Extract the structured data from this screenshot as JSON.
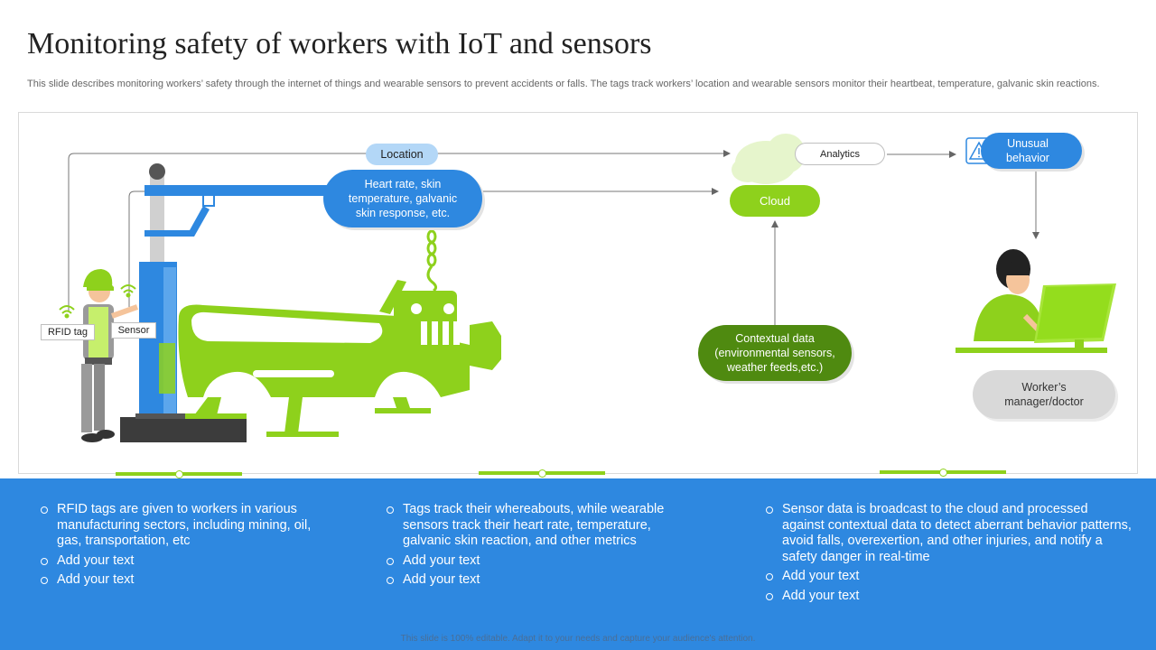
{
  "title": "Monitoring safety of workers with IoT and sensors",
  "subtitle": "This slide describes monitoring workers’ safety through the internet of things and wearable sensors to prevent accidents or falls. The tags track workers’ location and wearable sensors monitor their heartbeat, temperature, galvanic skin reactions.",
  "diagram": {
    "location": "Location",
    "heart_rate": "Heart rate, skin temperature, galvanic skin response, etc.",
    "analytics": "Analytics",
    "cloud": "Cloud",
    "unusual": "Unusual behavior",
    "contextual": "Contextual data (environmental sensors, weather feeds,etc.)",
    "manager": "Worker’s manager/doctor",
    "rfid": "RFID tag",
    "sensor": "Sensor"
  },
  "columns": [
    {
      "items": [
        "RFID tags are given to workers in various manufacturing sectors, including mining, oil, gas, transportation, etc",
        "Add your text",
        "Add your text"
      ]
    },
    {
      "items": [
        "Tags track their whereabouts, while wearable sensors track their heart rate, temperature, galvanic skin reaction, and other metrics",
        "Add your text",
        "Add your text"
      ]
    },
    {
      "items": [
        "Sensor data is broadcast to the cloud and processed against contextual data to detect aberrant behavior patterns, avoid falls, overexertion, and other injuries, and notify a safety danger in real-time",
        "Add your text",
        "Add your text"
      ]
    }
  ],
  "footer": "This slide is 100% editable. Adapt it to your needs and capture your audience's attention.",
  "colors": {
    "blue": "#2e88e0",
    "green": "#8ed11c",
    "dark_green": "#4f8a10",
    "grey": "#d9d9d9"
  }
}
